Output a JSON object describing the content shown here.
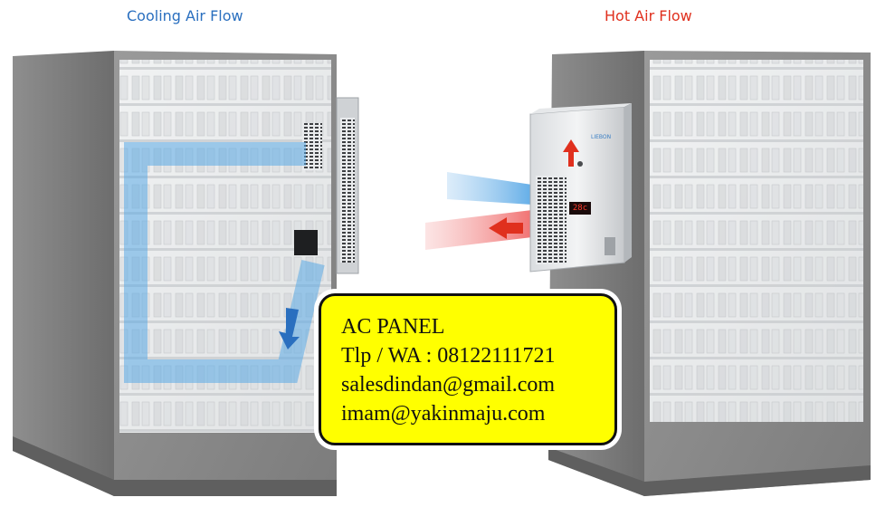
{
  "labels": {
    "cooling": "Cooling Air Flow",
    "hot": "Hot Air Flow"
  },
  "colors": {
    "cooling_label": "#2a6fbf",
    "hot_label": "#e0301e",
    "info_background": "#ffff00",
    "info_border": "#111111"
  },
  "unit": {
    "display": "28c",
    "brand": "LIEBON"
  },
  "info": {
    "line1": "AC PANEL",
    "line2": "Tlp / WA : 08122111721",
    "line3": "salesdindan@gmail.com",
    "line4": "imam@yakinmaju.com"
  }
}
